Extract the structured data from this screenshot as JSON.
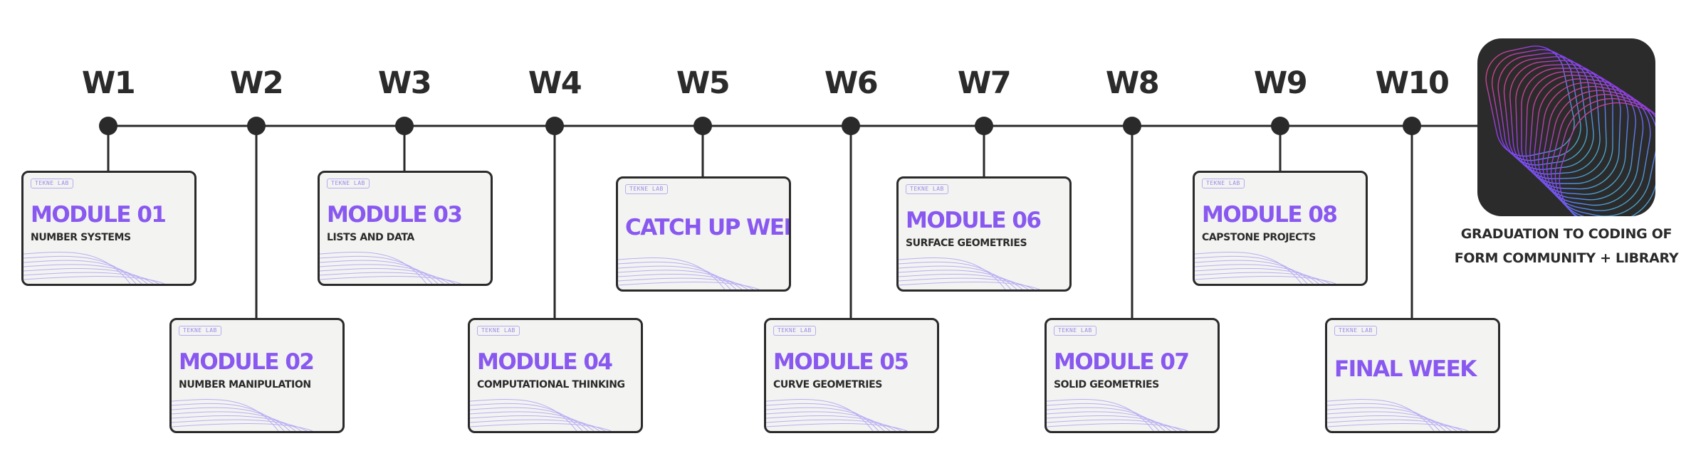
{
  "timeline": {
    "weeks": [
      {
        "label": "W1"
      },
      {
        "label": "W2"
      },
      {
        "label": "W3"
      },
      {
        "label": "W4"
      },
      {
        "label": "W5"
      },
      {
        "label": "W6"
      },
      {
        "label": "W7"
      },
      {
        "label": "W8"
      },
      {
        "label": "W9"
      },
      {
        "label": "W10"
      }
    ]
  },
  "cards": [
    {
      "tag": "TEKNE LAB",
      "title": "MODULE 01",
      "subtitle": "NUMBER SYSTEMS"
    },
    {
      "tag": "TEKNE LAB",
      "title": "MODULE 02",
      "subtitle": "NUMBER MANIPULATION"
    },
    {
      "tag": "TEKNE LAB",
      "title": "MODULE 03",
      "subtitle": "LISTS AND DATA"
    },
    {
      "tag": "TEKNE LAB",
      "title": "MODULE 04",
      "subtitle": "COMPUTATIONAL THINKING"
    },
    {
      "tag": "TEKNE LAB",
      "title": "CATCH UP WEEK",
      "subtitle": ""
    },
    {
      "tag": "TEKNE LAB",
      "title": "MODULE 05",
      "subtitle": "CURVE GEOMETRIES"
    },
    {
      "tag": "TEKNE LAB",
      "title": "MODULE 06",
      "subtitle": "SURFACE GEOMETRIES"
    },
    {
      "tag": "TEKNE LAB",
      "title": "MODULE 07",
      "subtitle": "SOLID GEOMETRIES"
    },
    {
      "tag": "TEKNE LAB",
      "title": "MODULE 08",
      "subtitle": "CAPSTONE PROJECTS"
    },
    {
      "tag": "TEKNE LAB",
      "title": "FINAL WEEK",
      "subtitle": ""
    }
  ],
  "graduation": {
    "caption_line1": "GRADUATION TO CODING OF",
    "caption_line2": "FORM COMMUNITY + LIBRARY",
    "gradient_colors": [
      "#e0456b",
      "#8a3cf0",
      "#5a7cf0",
      "#3fb8b0"
    ]
  },
  "colors": {
    "accent": "#8858f0",
    "line": "#2a2a2a",
    "card_bg": "#f3f3f1"
  }
}
